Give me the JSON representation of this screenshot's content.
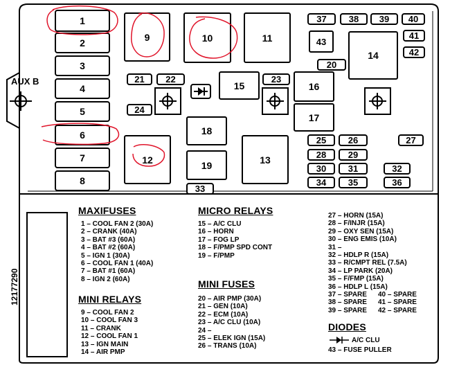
{
  "aux_label": "AUX B",
  "part_number": "12177290",
  "maxifuse_slots": [
    "1",
    "2",
    "3",
    "4",
    "5",
    "6",
    "7",
    "8"
  ],
  "relay_slots": {
    "r9": "9",
    "r10": "10",
    "r11": "11",
    "r12": "12",
    "r13": "13",
    "r14": "14",
    "r15": "15",
    "r16": "16",
    "r17": "17",
    "r18": "18",
    "r19": "19"
  },
  "small_slots": [
    "20",
    "21",
    "22",
    "23",
    "24",
    "25",
    "26",
    "27",
    "28",
    "29",
    "30",
    "31",
    "32",
    "33",
    "34",
    "35",
    "36",
    "37",
    "38",
    "39",
    "40",
    "41",
    "42",
    "43"
  ],
  "sections": {
    "maxifuses": {
      "title": "MAXIFUSES",
      "items": [
        "1 – COOL FAN 2 (30A)",
        "2 – CRANK (40A)",
        "3 – BAT #3 (60A)",
        "4 – BAT #2 (60A)",
        "5 – IGN 1 (30A)",
        "6 – COOL FAN 1 (40A)",
        "7 – BAT #1 (60A)",
        "8 – IGN 2 (60A)"
      ]
    },
    "mini_relays": {
      "title": "MINI RELAYS",
      "items": [
        "9 – COOL FAN 2",
        "10 – COOL FAN 3",
        "11 – CRANK",
        "12 – COOL FAN 1",
        "13 – IGN MAIN",
        "14 – AIR PMP"
      ]
    },
    "micro_relays": {
      "title": "MICRO RELAYS",
      "items": [
        "15 – A/C CLU",
        "16 – HORN",
        "17 – FOG LP",
        "18 – F/PMP SPD CONT",
        "19 – F/PMP"
      ]
    },
    "mini_fuses": {
      "title": "MINI FUSES",
      "items": [
        "20 – AIR PMP (30A)",
        "21 – GEN (10A)",
        "22 – ECM (10A)",
        "23 – A/C CLU (10A)",
        "24 –",
        "25 – ELEK IGN (15A)",
        "26 – TRANS (10A)"
      ]
    },
    "fuses_right": {
      "items": [
        "27 – HORN (15A)",
        "28 – F/INJR (15A)",
        "29 – OXY SEN (15A)",
        "30 – ENG EMIS (10A)",
        "31 –",
        "32 – HDLP R (15A)",
        "33 – R/CMPT REL (7.5A)",
        "34 – LP PARK (20A)",
        "35 – F/FMP (15A)",
        "36 – HDLP L (15A)"
      ]
    },
    "spares_left": {
      "items": [
        "37 – SPARE",
        "38 – SPARE",
        "39 – SPARE"
      ]
    },
    "spares_right": {
      "items": [
        "40 – SPARE",
        "41 – SPARE",
        "42 – SPARE"
      ]
    },
    "diodes": {
      "title": "DIODES",
      "items": [
        "A/C CLU",
        "43 – FUSE PULLER"
      ]
    }
  },
  "colors": {
    "annotation_red": "#e0142a",
    "line": "#000000"
  }
}
